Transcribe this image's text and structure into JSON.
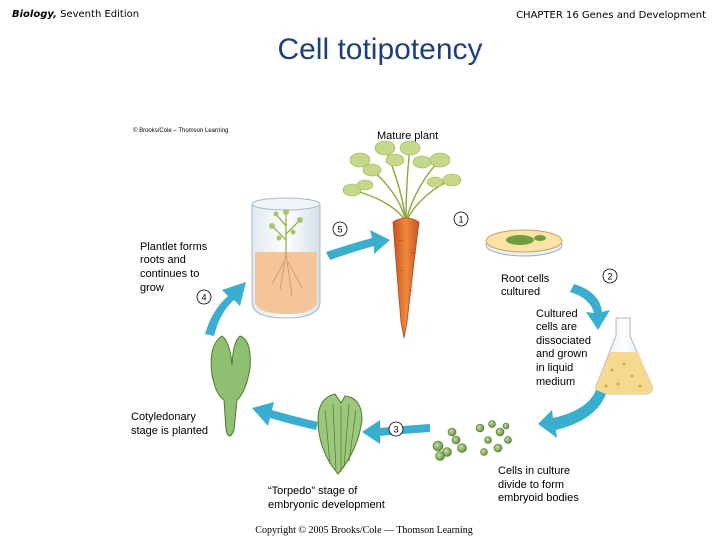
{
  "header": {
    "book_title": "Biology,",
    "book_edition": "Seventh Edition",
    "chapter": "CHAPTER 16 Genes and Development"
  },
  "slide": {
    "title": "Cell totipotency",
    "copyright": "Copyright © 2005 Brooks/Cole — Thomson Learning"
  },
  "figure": {
    "credit": "© Brooks/Cole – Thomson Learning",
    "mature_plant": "Mature plant",
    "steps": [
      "1",
      "2",
      "3",
      "4",
      "5"
    ],
    "labels": {
      "root_cells": [
        "Root cells",
        "cultured"
      ],
      "cultured_cells": [
        "Cultured",
        "cells are",
        "dissociated",
        "and grown",
        "in liquid",
        "medium"
      ],
      "cells_in_culture": [
        "Cells in culture",
        "divide to form",
        "embryoid bodies"
      ],
      "torpedo": [
        "“Torpedo” stage of",
        "embryonic development"
      ],
      "cotyledonary": [
        "Cotyledonary",
        "stage is planted"
      ],
      "plantlet": [
        "Plantlet forms",
        "roots and",
        "continues to",
        "grow"
      ]
    },
    "colors": {
      "arrow": "#3aaecf",
      "carrot": "#e07030",
      "leaf": "#9ab84c",
      "embryo": "#8fbf70",
      "title": "#1f3f7a"
    }
  }
}
